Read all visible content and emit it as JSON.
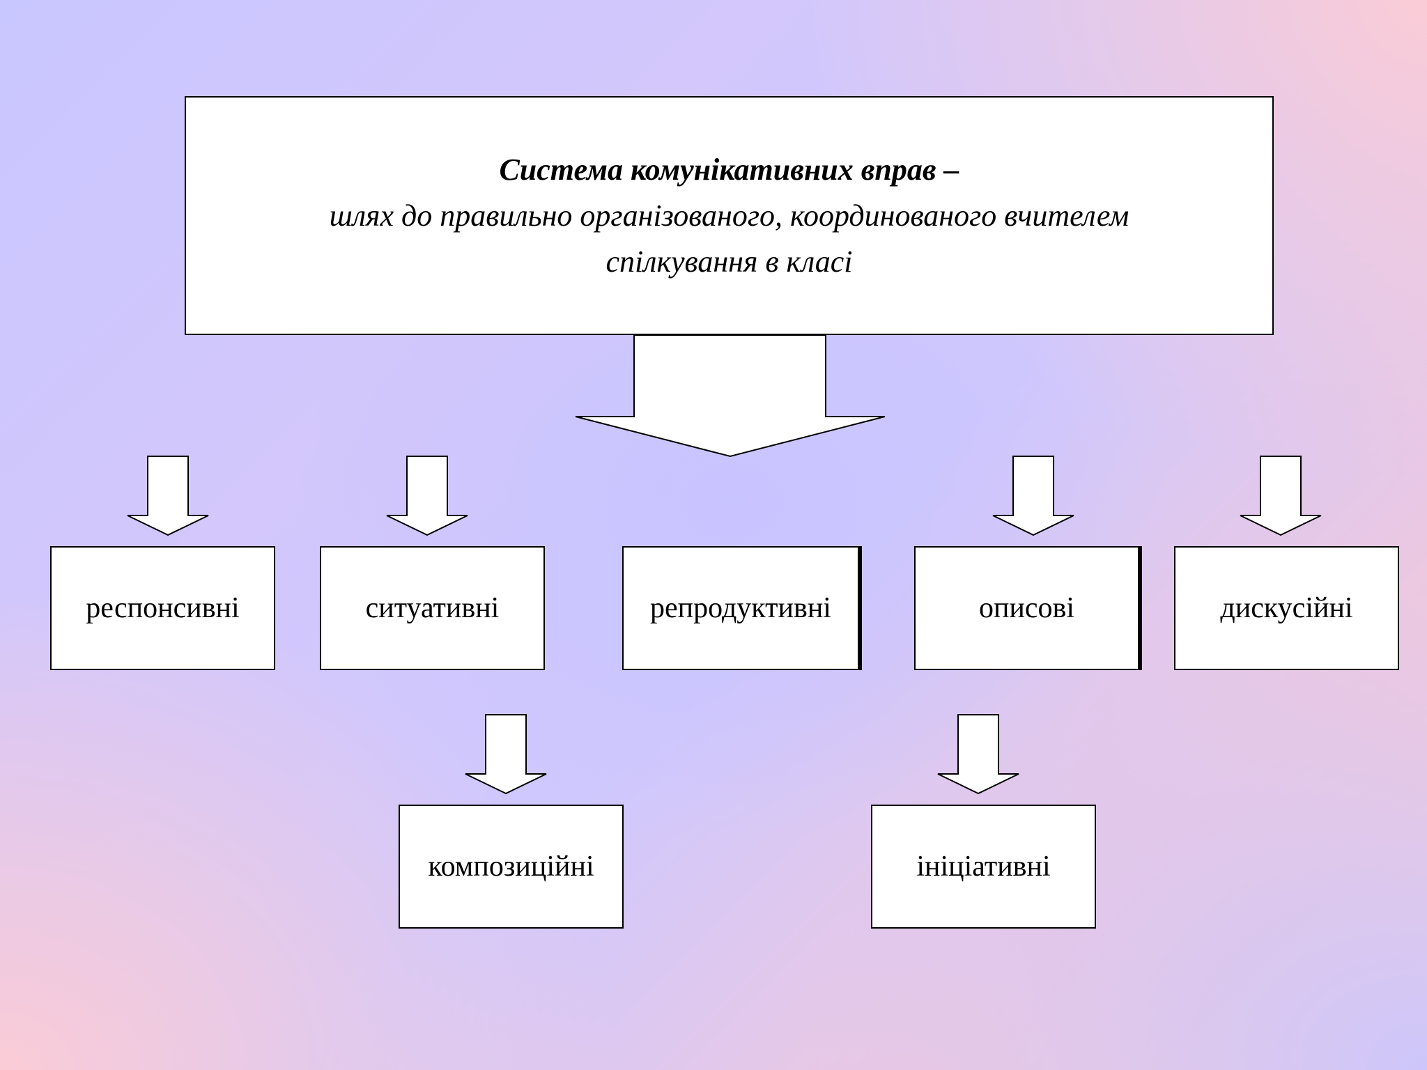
{
  "main": {
    "title": "Система комунікативних вправ –",
    "subtitle_line1": "шлях до правильно організованого, координованого вчителем",
    "subtitle_line2": "спілкування в класі"
  },
  "categories": [
    {
      "label": "респонсивні"
    },
    {
      "label": "ситуативні"
    },
    {
      "label": "репродуктивні"
    },
    {
      "label": "описові"
    },
    {
      "label": "дискусійні"
    }
  ],
  "subcategories": [
    {
      "label": "композиційні"
    },
    {
      "label": "ініціативні"
    }
  ],
  "colors": {
    "box_fill": "#ffffff",
    "stroke": "#000000",
    "bg_lavender": "#cfc8fe",
    "bg_pink": "#fccbd0"
  }
}
